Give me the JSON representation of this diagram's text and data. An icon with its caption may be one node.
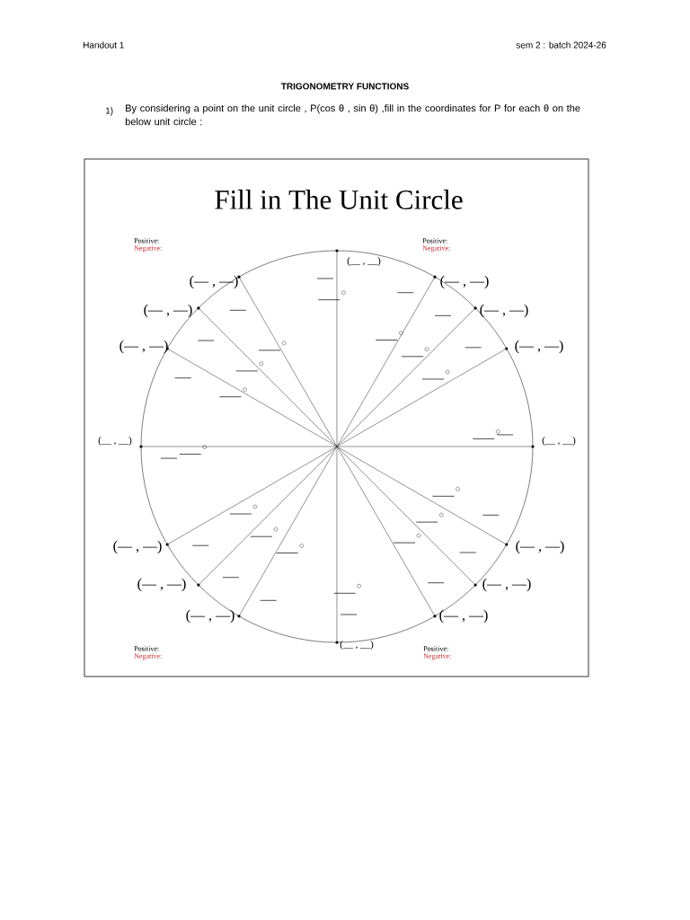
{
  "diagram": {
    "title": "TRIGONOMETRY FUNCTIONS",
    "labels": [
      "Handout 1",
      "sem 2 : batch 2024-26",
      "1)",
      "By considering a point on the unit circle , P(cos θ , sin θ) ,fill in the coordinates for P for each θ  on the below unit circle :",
      "Fill in The Unit Circle",
      "Positive:",
      "Negative:",
      "Positive:",
      "Negative:",
      "(__ , __)",
      "(— , —)",
      "(— , —)",
      "(— , —)",
      "(— , —)",
      "(— , —)",
      "(— , —)",
      "(__ , __)",
      "(__ , __)",
      "(— , —)",
      "(— , —)",
      "(— , —)",
      "(— , —)",
      "(— , —)",
      "(— , —)",
      "(__ , __)",
      "Positive:",
      "Negative:",
      "Positive:",
      "Negative:"
    ]
  }
}
